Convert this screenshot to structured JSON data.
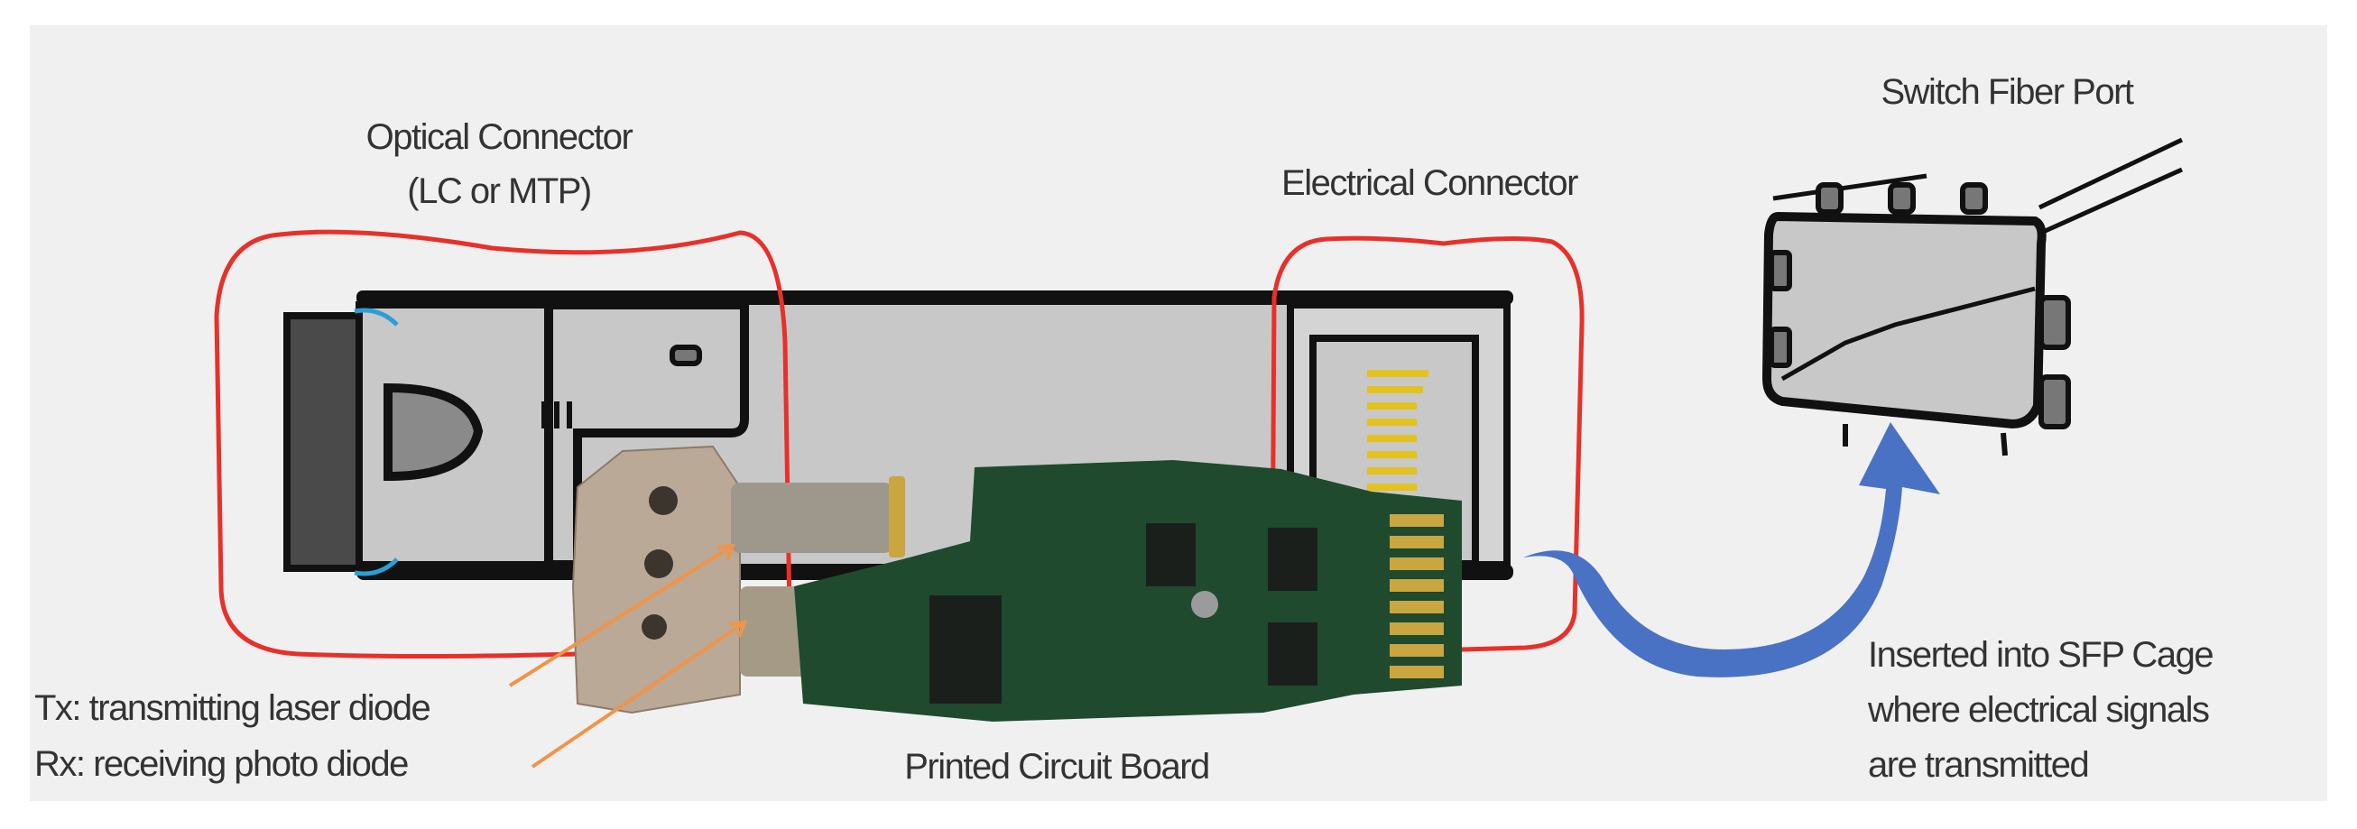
{
  "diagram": {
    "title": "SFP optical transceiver components",
    "labels": {
      "optical_connector": "Optical Connector",
      "optical_connector_type": "(LC or MTP)",
      "electrical_connector": "Electrical Connector",
      "switch_fiber_port": "Switch Fiber Port",
      "tx": "Tx: transmitting laser diode",
      "rx": "Rx: receiving photo diode",
      "pcb": "Printed Circuit Board",
      "inserted_line1": "Inserted into SFP Cage",
      "inserted_line2": "where electrical signals",
      "inserted_line3": "are transmitted"
    },
    "colors": {
      "background_panel": "#f0f0f0",
      "highlight_outline": "#e8302a",
      "module_outline": "#111111",
      "module_fill": "#c8c8c8",
      "pcb_green": "#1f4a2e",
      "gold_contacts": "#c9a640",
      "leader_lines": "#f0944a",
      "insert_arrow": "#4a72c4"
    }
  }
}
